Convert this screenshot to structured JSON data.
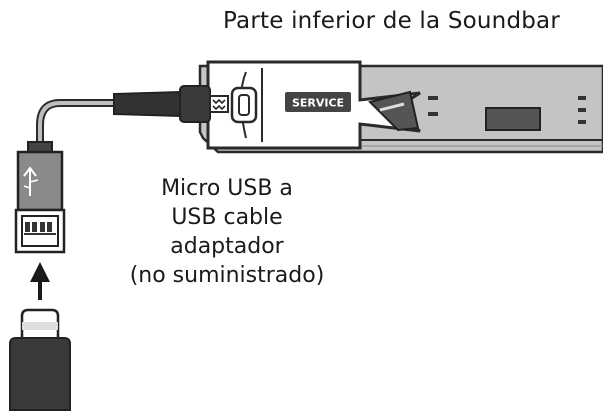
{
  "diagram": {
    "title": "Parte inferior de la Soundbar",
    "service_label": "SERVICE",
    "cable_caption": [
      "Micro USB a",
      "USB cable",
      "adaptador",
      "(no suministrado)"
    ]
  }
}
